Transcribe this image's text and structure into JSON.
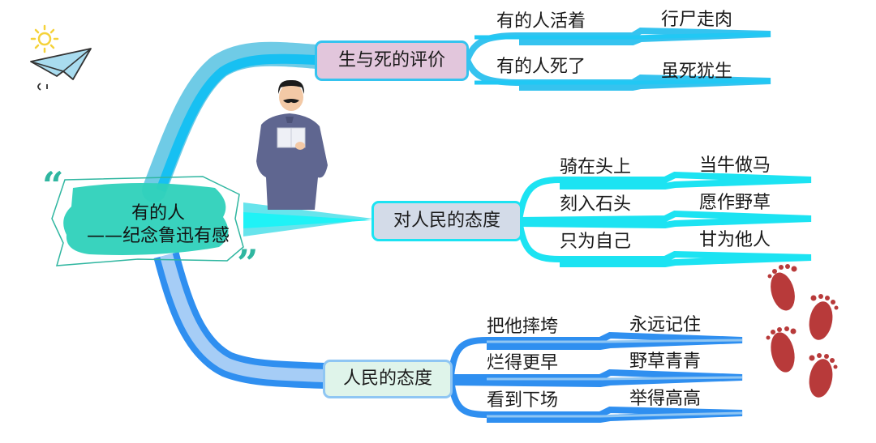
{
  "central_topic": {
    "line1": "有的人",
    "line2": "——纪念鲁迅有感",
    "open_quote": "“",
    "close_quote": "”"
  },
  "branches": [
    {
      "label": "生与死的评价",
      "color": "#35c3ef",
      "fill": "#e2c6dc",
      "items": [
        {
          "left": "有的人活着",
          "right": "行尸走肉"
        },
        {
          "left": "有的人死了",
          "right": "虽死犹生"
        }
      ]
    },
    {
      "label": "对人民的态度",
      "color": "#1ce3f2",
      "fill": "#d3dbe8",
      "items": [
        {
          "left": "骑在头上",
          "right": "当牛做马"
        },
        {
          "left": "刻入石头",
          "right": "愿作野草"
        },
        {
          "left": "只为自己",
          "right": "甘为他人"
        }
      ]
    },
    {
      "label": "人民的态度",
      "color": "#2f8ff0",
      "fill": "#dff4ea",
      "items": [
        {
          "left": "把他摔垮",
          "right": "永远记住"
        },
        {
          "left": "烂得更早",
          "right": "野草青青"
        },
        {
          "left": "看到下场",
          "right": "举得高高"
        }
      ]
    }
  ],
  "decorations": {
    "top_left": "sun-and-paper-plane",
    "figure": "lu-xun-reading-illustration",
    "bottom_right": "red-footprints"
  }
}
